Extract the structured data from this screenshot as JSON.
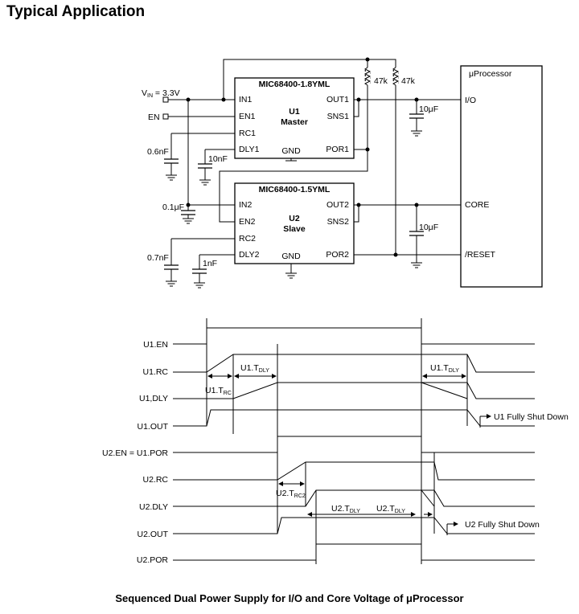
{
  "title": "Typical Application",
  "caption": "Sequenced Dual Power Supply for I/O and Core Voltage of μProcessor",
  "schematic": {
    "u1": {
      "part": "MIC68400-1.8YML",
      "ref": "U1",
      "role": "Master",
      "pins": {
        "in": "IN1",
        "en": "EN1",
        "rc": "RC1",
        "dly": "DLY1",
        "gnd": "GND",
        "out": "OUT1",
        "sns": "SNS1",
        "por": "POR1"
      }
    },
    "u2": {
      "part": "MIC68400-1.5YML",
      "ref": "U2",
      "role": "Slave",
      "pins": {
        "in": "IN2",
        "en": "EN2",
        "rc": "RC2",
        "dly": "DLY2",
        "gnd": "GND",
        "out": "OUT2",
        "sns": "SNS2",
        "por": "POR2"
      }
    },
    "vin_label": "V",
    "vin_sub": "IN",
    "vin_value": " = 3.3V",
    "en_label": "EN",
    "cap_rc1": "0.6nF",
    "cap_dly1": "10nF",
    "cap_in": "0.1μF",
    "cap_rc2": "0.7nF",
    "cap_dly2": "1nF",
    "cap_out1": "10μF",
    "cap_out2": "10μF",
    "r1": "47k",
    "r2": "47k",
    "processor": {
      "title": "μProcessor",
      "io": "I/O",
      "core": "CORE",
      "reset": "/RESET"
    }
  },
  "timing": {
    "signals": [
      "U1.EN",
      "U1.RC",
      "U1,DLY",
      "U1.OUT",
      "U2.EN = U1.POR",
      "U2.RC",
      "U2.DLY",
      "U2.OUT",
      "U2.POR"
    ],
    "t_rc1": "U1.T",
    "t_rc1_sub": "RC",
    "t_dly1_rise": "U1.T",
    "t_dly1_rise_sub": "DLY",
    "t_dly1_fall": "U1.T",
    "t_dly1_fall_sub": "DLY",
    "t_rc2": "U2.T",
    "t_rc2_sub": "RC2",
    "t_dly2_rise": "U2.T",
    "t_dly2_rise_sub": "DLY",
    "t_dly2_fall": "U2.T",
    "t_dly2_fall_sub": "DLY",
    "u1_shutdown": "U1 Fully Shut Down",
    "u2_shutdown": "U2 Fully Shut Down"
  }
}
